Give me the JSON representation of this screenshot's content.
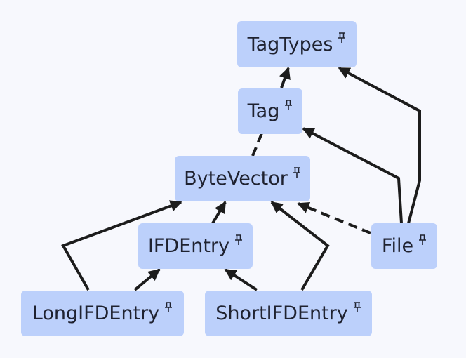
{
  "diagram": {
    "nodes": {
      "tagtypes": "TagTypes",
      "tag": "Tag",
      "bytevector": "ByteVector",
      "ifdentry": "IFDEntry",
      "file": "File",
      "longifdentry": "LongIFDEntry",
      "shortifdentry": "ShortIFDEntry"
    },
    "icons": {
      "node_pin": "pin-icon"
    },
    "colors": {
      "node_fill": "#bcd0fb",
      "edge": "#1c1c1c",
      "background": "#f7f8fd"
    }
  }
}
